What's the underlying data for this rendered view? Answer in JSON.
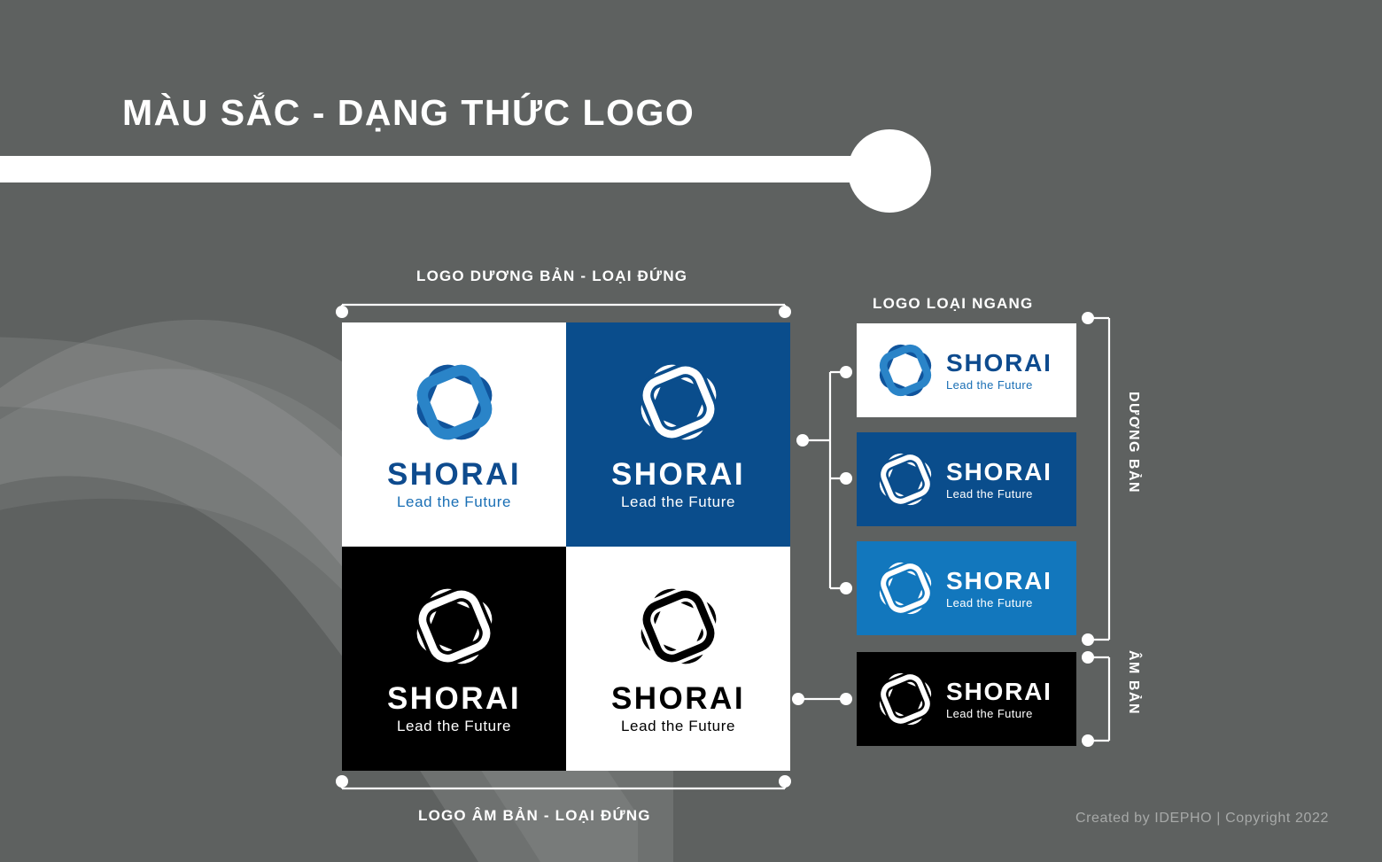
{
  "page": {
    "title": "MÀU SẮC - DẠNG THỨC LOGO",
    "background_color": "#5e6160",
    "credit": "Created by IDEPHO | Copyright 2022"
  },
  "brand": {
    "name": "SHORAI",
    "tagline": "Lead the Future",
    "colors": {
      "dark_blue": "#0a4d8c",
      "light_blue": "#1277bd",
      "wordmark_blue": "#0e4b8e",
      "tagline_blue": "#1a6fb5",
      "black": "#000000",
      "white": "#ffffff",
      "page_gray": "#5e6160"
    }
  },
  "labels": {
    "top": "LOGO DƯƠNG BẢN - LOẠI ĐỨNG",
    "bottom": "LOGO ÂM BẢN - LOẠI ĐỨNG",
    "horizontal": "LOGO LOẠI NGANG",
    "vertical_positive": "DƯƠNG BẢN",
    "vertical_negative": "ÂM BẢN"
  },
  "vertical_grid": {
    "cells": [
      {
        "position": "top-left",
        "background": "#ffffff",
        "variant": "blue-on-white",
        "name": "SHORAI",
        "tagline": "Lead the Future"
      },
      {
        "position": "top-right",
        "background": "#0a4d8c",
        "variant": "white-on-blue",
        "name": "SHORAI",
        "tagline": "Lead the Future"
      },
      {
        "position": "bottom-left",
        "background": "#000000",
        "variant": "white-on-black",
        "name": "SHORAI",
        "tagline": "Lead the Future"
      },
      {
        "position": "bottom-right",
        "background": "#ffffff",
        "variant": "black-on-white",
        "name": "SHORAI",
        "tagline": "Lead the Future"
      }
    ]
  },
  "horizontal_cards": [
    {
      "id": "white",
      "background": "#ffffff",
      "variant": "blue-on-white",
      "name": "SHORAI",
      "tagline": "Lead the Future",
      "group": "DƯƠNG BẢN"
    },
    {
      "id": "dark",
      "background": "#0a4d8c",
      "variant": "white-on-blue",
      "name": "SHORAI",
      "tagline": "Lead the Future",
      "group": "DƯƠNG BẢN"
    },
    {
      "id": "light",
      "background": "#1277bd",
      "variant": "white-on-blue",
      "name": "SHORAI",
      "tagline": "Lead the Future",
      "group": "DƯƠNG BẢN"
    },
    {
      "id": "black",
      "background": "#000000",
      "variant": "white-on-black",
      "name": "SHORAI",
      "tagline": "Lead the Future",
      "group": "ÂM BẢN"
    }
  ],
  "icons": {
    "logo_mark": "interlocking-octagon-ring-icon"
  }
}
